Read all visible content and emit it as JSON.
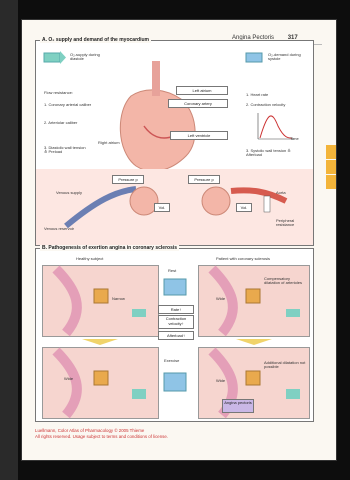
{
  "header": {
    "title": "Angina Pectoris",
    "page": "317"
  },
  "sectionA": {
    "title": "A. O₂ supply and demand of the myocardium",
    "supply_legend": "O₂-supply during diastole",
    "demand_legend": "O₂-demand during systole",
    "flow_resistance": "Flow resistance:",
    "item1": "1. Coronary arterial caliber",
    "item2": "2. Arteriolar caliber",
    "item3": "3. Diastolic wall tension ≙ Preload",
    "venous_supply": "Venous supply",
    "venous_reservoir": "Venous reservoir",
    "right_atrium": "Right atrium",
    "left_atrium": "Left atrium",
    "coronary_artery": "Coronary artery",
    "left_ventricle": "Left ventricle",
    "heart_rate": "1. Heart rate",
    "contraction_velocity": "2. Contraction velocity",
    "systolic_tension": "3. Systolic wall tension ≙ Afterload",
    "aorta": "Aorta",
    "peripheral_resistance": "Peripheral resistance",
    "pressure_label": "Pressure p",
    "vol_label": "Vol.",
    "time_label": "Time",
    "force_label": "Force"
  },
  "sectionB": {
    "title": "B. Pathogenesis of exertion angina in coronary sclerosis",
    "healthy": "Healthy subject",
    "patient": "Patient with coronary sclerosis",
    "rest": "Rest",
    "exercise": "Exercise",
    "narrow": "Narrow",
    "wide1": "Wide",
    "wide2": "Wide",
    "wide3": "Wide",
    "compensatory": "Compensatory dilatation of arterioles",
    "rate": "Rate↑",
    "contraction": "Contraction velocity↑",
    "afterload": "Afterload↑",
    "additional": "Additional dilatation not possible",
    "angina": "Angina pectoris"
  },
  "footer": {
    "line1": "Luellmann, Color Atlas of Pharmacology © 2005 Thieme",
    "line2": "All rights reserved. Usage subject to terms and conditions of license."
  }
}
